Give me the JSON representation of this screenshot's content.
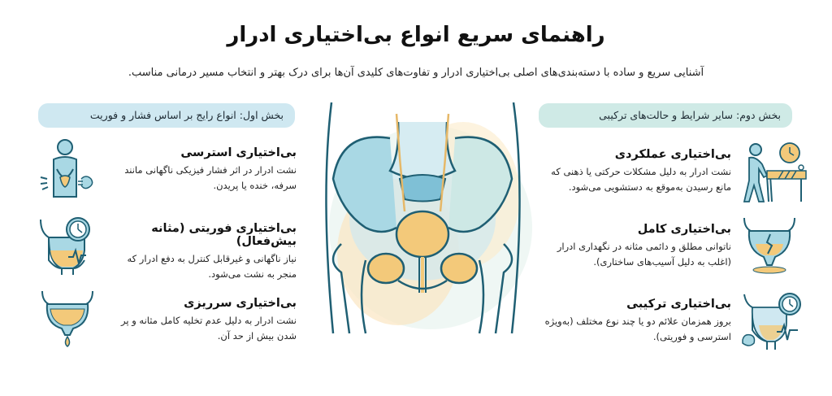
{
  "header": {
    "title": "راهنمای سریع انواع بی‌اختیاری ادرار",
    "subtitle": "آشنایی سریع و ساده با دسته‌بندی‌های اصلی بی‌اختیاری ادرار و تفاوت‌های کلیدی آن‌ها برای درک بهتر و انتخاب مسیر درمانی مناسب."
  },
  "sections": {
    "part_one": {
      "header": "بخش اول: انواع رایج بر اساس فشار و فوریت",
      "items": [
        {
          "title": "بی‌اختیاری استرسی",
          "description": "نشت ادرار در اثر فشار فیزیکی ناگهانی مانند سرفه، خنده یا پریدن.",
          "icon": "person-cough-icon"
        },
        {
          "title": "بی‌اختیاری فوریتی (مثانه بیش‌فعال)",
          "description": "نیاز ناگهانی و غیرقابل کنترل به دفع ادرار که منجر به نشت می‌شود.",
          "icon": "bladder-clock-icon"
        },
        {
          "title": "بی‌اختیاری سرریزی",
          "description": "نشت ادرار به دلیل عدم تخلیه کامل مثانه و پر شدن بیش از حد آن.",
          "icon": "bladder-drip-icon"
        }
      ]
    },
    "part_two": {
      "header": "بخش دوم: سایر شرایط و حالت‌های ترکیبی",
      "items": [
        {
          "title": "بی‌اختیاری عملکردی",
          "description": "نشت ادرار به دلیل مشکلات حرکتی یا ذهنی که مانع رسیدن به‌موقع به دستشویی می‌شود.",
          "icon": "elderly-barrier-clock-icon"
        },
        {
          "title": "بی‌اختیاری کامل",
          "description": "ناتوانی مطلق و دائمی مثانه در نگهداری ادرار (اغلب به دلیل آسیب‌های ساختاری).",
          "icon": "broken-bladder-icon"
        },
        {
          "title": "بی‌اختیاری ترکیبی",
          "description": "بروز همزمان علائم دو یا چند نوع مختلف (به‌ویژه استرسی و فوریتی).",
          "icon": "mixed-bladder-icon"
        }
      ]
    }
  },
  "colors": {
    "outline": "#1f5f73",
    "light_blue": "#a9d8e4",
    "urine_yellow": "#f3c97a",
    "header_left_bg": "#cfe8f1",
    "header_right_bg": "#cfeae6"
  }
}
